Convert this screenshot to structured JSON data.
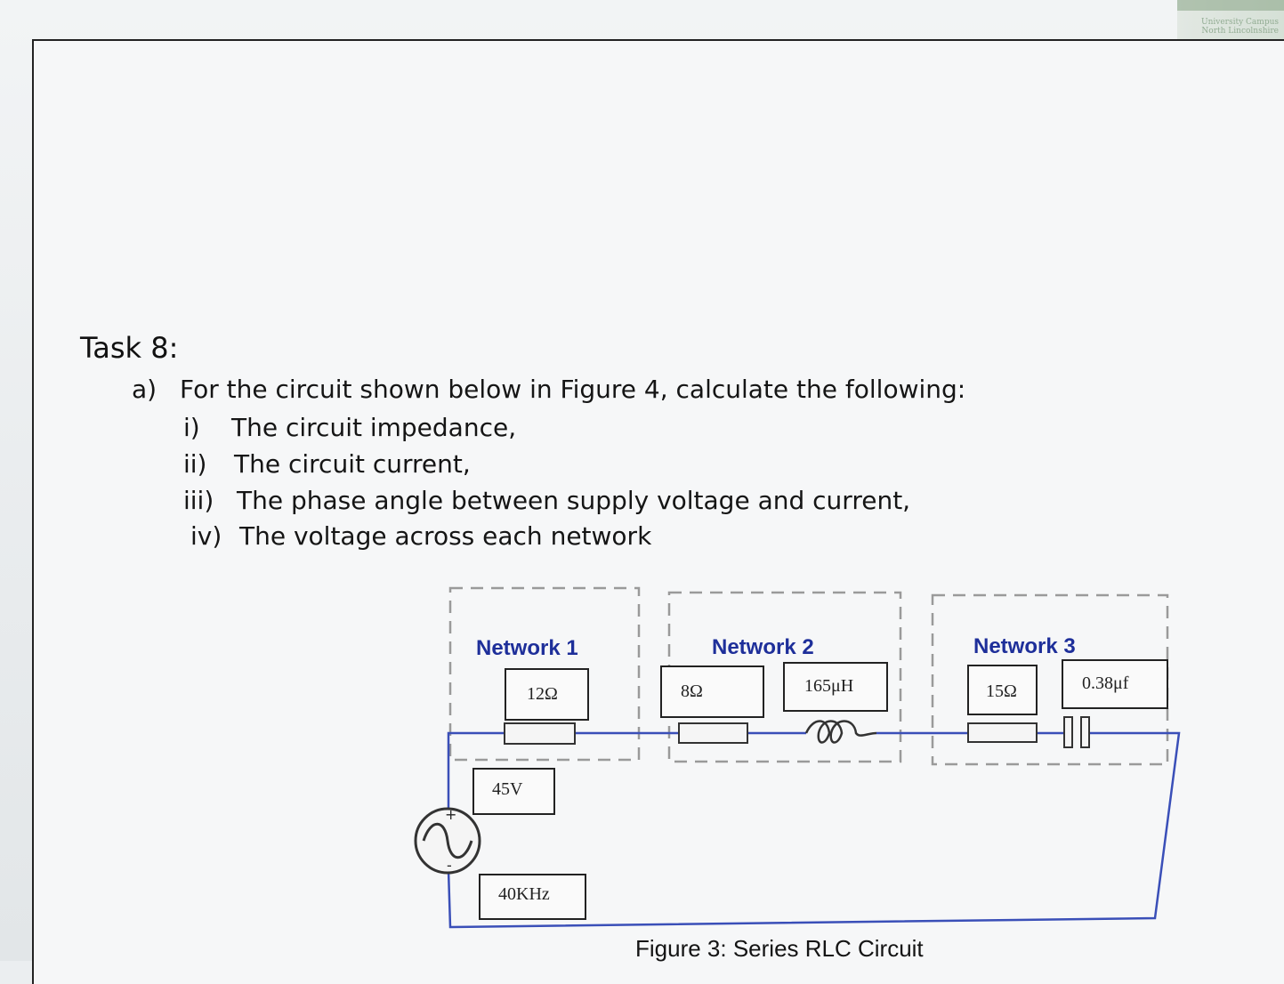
{
  "header": {
    "logo_text": "University Campus North Lincolnshire"
  },
  "task": {
    "title": "Task 8:",
    "part_a": {
      "marker": "a)",
      "text": "For the circuit shown below in Figure 4, calculate the following:"
    },
    "items": [
      {
        "marker": "i)",
        "text": "The circuit impedance,"
      },
      {
        "marker": "ii)",
        "text": "The circuit current,"
      },
      {
        "marker": "iii)",
        "text": "The phase angle between supply voltage and current,"
      },
      {
        "marker": "iv)",
        "text": "The voltage across each network"
      }
    ]
  },
  "figure": {
    "networks": [
      {
        "label": "Network 1",
        "components": [
          "12Ω"
        ]
      },
      {
        "label": "Network 2",
        "components": [
          "8Ω",
          "165μH"
        ]
      },
      {
        "label": "Network 3",
        "components": [
          "15Ω",
          "0.38μf"
        ]
      }
    ],
    "source": {
      "voltage": "45V",
      "frequency": "40KHz",
      "plus": "+",
      "minus": "-"
    },
    "caption": "Figure 3: Series RLC Circuit",
    "colors": {
      "wire": "#3a4fb8",
      "network_label": "#1e2f9a",
      "dashed": "#9a9a9a"
    }
  }
}
